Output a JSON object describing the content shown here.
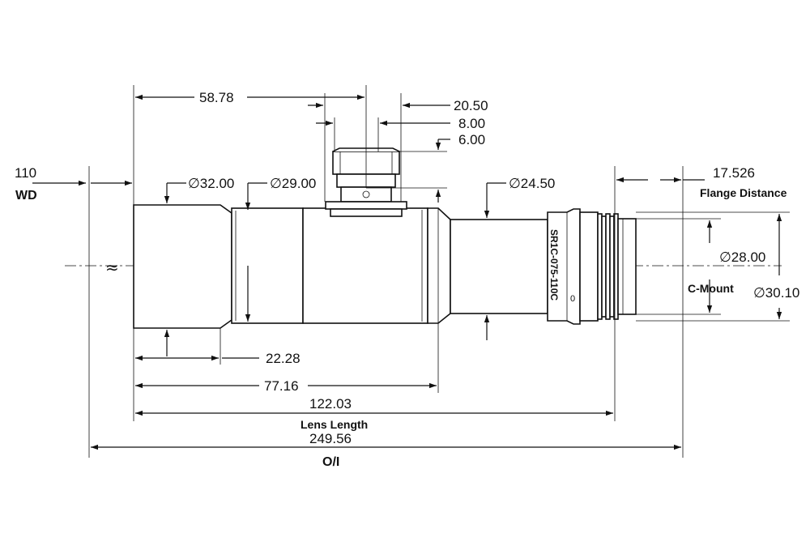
{
  "dimensions": {
    "wd_value": "110",
    "wd_label": "WD",
    "d58": "58.78",
    "d20": "20.50",
    "d8": "8.00",
    "d6": "6.00",
    "dia32": "∅32.00",
    "dia29": "∅29.00",
    "dia24": "∅24.50",
    "flange_value": "17.526",
    "flange_label": "Flange Distance",
    "dia28": "∅28.00",
    "cmount_label": "C-Mount",
    "dia30": "∅30.10",
    "d22": "22.28",
    "d77": "77.16",
    "d122": "122.03",
    "lens_length_label": "Lens Length",
    "d249": "249.56",
    "oi_label": "O/I"
  },
  "lens": {
    "model": "SR1C-075-110C",
    "break_symbol": "≈",
    "aperture_mark": "0"
  }
}
